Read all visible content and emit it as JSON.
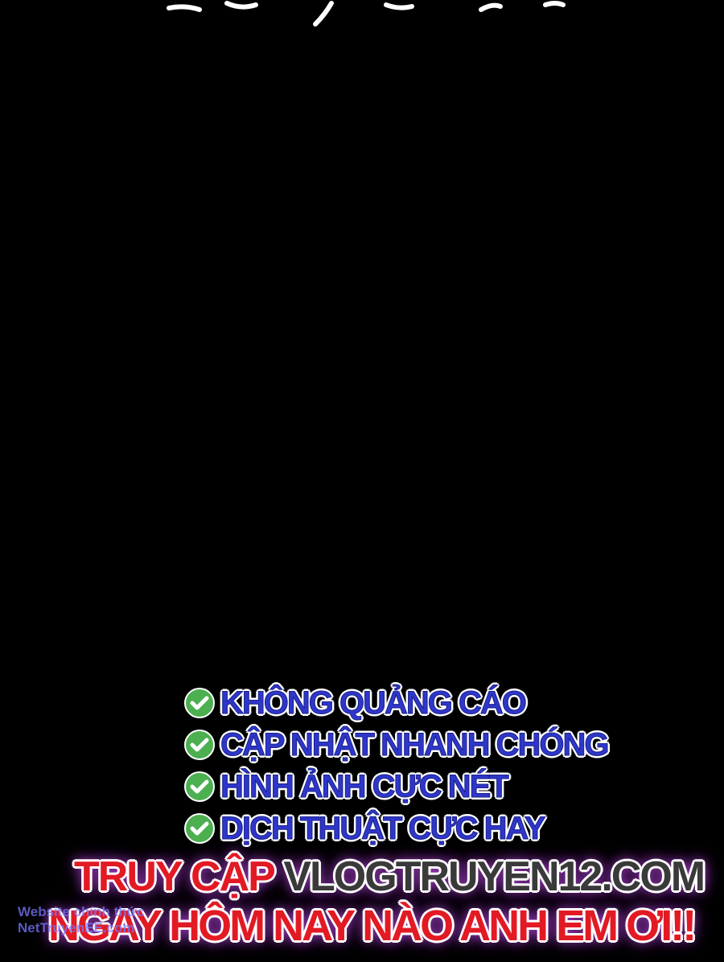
{
  "features": [
    {
      "icon": "check-circle-icon",
      "label": "KHÔNG QUẢNG CÁO"
    },
    {
      "icon": "check-circle-icon",
      "label": "CẬP NHẬT NHANH CHÓNG"
    },
    {
      "icon": "check-circle-icon",
      "label": "HÌNH ẢNH CỰC NÉT"
    },
    {
      "icon": "check-circle-icon",
      "label": "DỊCH THUẬT CỰC HAY"
    }
  ],
  "cta": {
    "line1_prefix": "TRUY CẬP ",
    "line1_site": "VLOGTRUYEN12.COM",
    "line2": "NGAY HÔM NAY NÀO ANH EM ƠI!!"
  },
  "watermark": {
    "line1": "Website chính thức",
    "line2": "NetTruyenEE.com"
  },
  "colors": {
    "background": "#000000",
    "feature_text": "#2e37c9",
    "check_green": "#4caf50",
    "cta_red": "#e21a24",
    "cta_dark": "#3a3a3a",
    "glow_purple": "#b84bd8"
  }
}
